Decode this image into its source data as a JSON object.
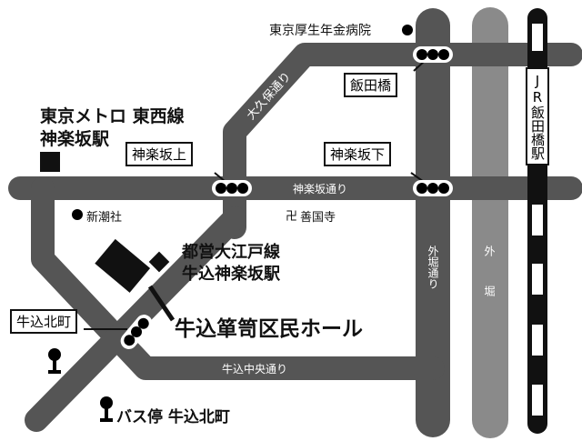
{
  "stations": {
    "metro_line": "東京メトロ 東西線",
    "metro_station": "神楽坂駅",
    "oedo_line": "都営大江戸線",
    "oedo_station": "牛込神楽坂駅",
    "jr_station": "JR飯田橋駅"
  },
  "intersections": {
    "kagurazaka_ue": "神楽坂上",
    "kagurazaka_shita": "神楽坂下",
    "iidabashi": "飯田橋",
    "ushigome_kitamachi": "牛込北町"
  },
  "roads": {
    "okubo": "大久保通り",
    "kagurazaka": "神楽坂通り",
    "sotobori_dori": "外堀通り",
    "sotobori": "外堀",
    "ushigome_chuo": "牛込中央通り"
  },
  "landmarks": {
    "hospital": "東京厚生年金病院",
    "shinchosha": "新潮社",
    "zenkokuji": "善国寺",
    "temple_symbol": "卍",
    "venue": "牛込箪笥区民ホール",
    "bus_stop": "バス停 牛込北町"
  },
  "colors": {
    "road": "#555555",
    "moat": "#8a8a8a",
    "rail": "#111111"
  }
}
